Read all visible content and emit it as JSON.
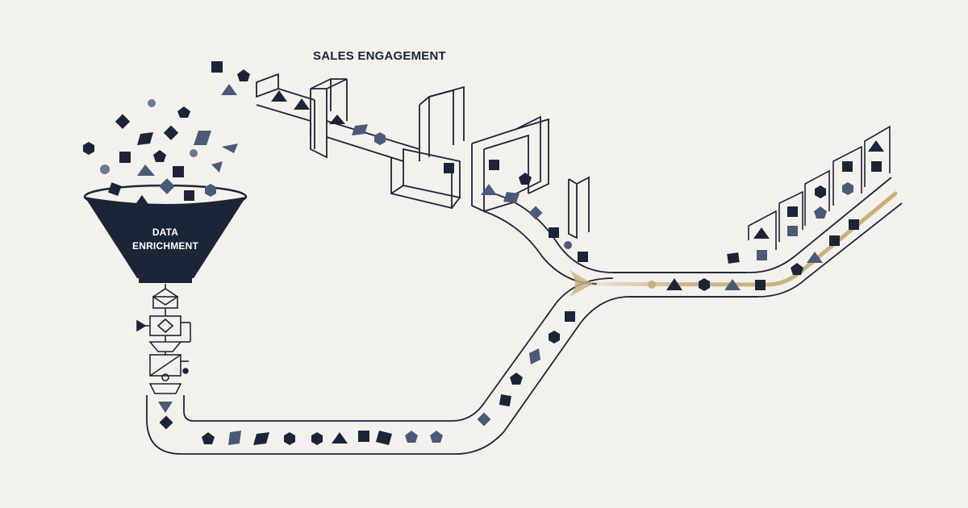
{
  "labels": {
    "sales_engagement": "SALES ENGAGEMENT",
    "data_enrichment_line1": "DATA",
    "data_enrichment_line2": "ENRICHMENT"
  },
  "colors": {
    "background": "#f3f1ec",
    "ink": "#1b2538",
    "shape_dark": "#1b2538",
    "shape_mid": "#4a5b78",
    "shape_light": "#6b7a94",
    "gold_track": "#c9ae7c",
    "funnel_fill": "#1b2538"
  },
  "icons": [
    "square-shape",
    "pentagon-shape",
    "triangle-shape",
    "hexagon-shape",
    "circle-shape",
    "diamond-shape",
    "parallelogram-shape"
  ]
}
